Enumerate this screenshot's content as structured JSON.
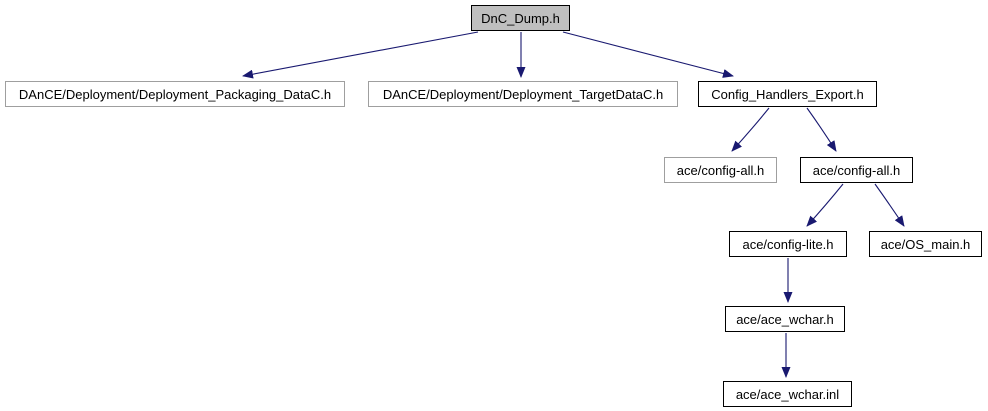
{
  "graph": {
    "type": "include-dependency-graph",
    "root_label": "DnC_Dump.h",
    "colors": {
      "background": "#ffffff",
      "edge": "#191970",
      "root_fill": "#bfbfbf",
      "node_fill": "#ffffff",
      "border_documented": "#000000",
      "border_undocumented": "#9f9f9f",
      "text": "#000000"
    },
    "nodes": [
      {
        "id": "dnc-dump",
        "label": "DnC_Dump.h",
        "kind": "root"
      },
      {
        "id": "deployment-packaging-datac",
        "label": "DAnCE/Deployment/Deployment_Packaging_DataC.h",
        "kind": "undocumented"
      },
      {
        "id": "deployment-targetdatac",
        "label": "DAnCE/Deployment/Deployment_TargetDataC.h",
        "kind": "undocumented"
      },
      {
        "id": "config-handlers-export",
        "label": "Config_Handlers_Export.h",
        "kind": "documented"
      },
      {
        "id": "ace-config-all-1",
        "label": "ace/config-all.h",
        "kind": "undocumented"
      },
      {
        "id": "ace-config-all-2",
        "label": "ace/config-all.h",
        "kind": "documented"
      },
      {
        "id": "ace-config-lite",
        "label": "ace/config-lite.h",
        "kind": "documented"
      },
      {
        "id": "ace-os-main",
        "label": "ace/OS_main.h",
        "kind": "documented"
      },
      {
        "id": "ace-ace-wchar-h",
        "label": "ace/ace_wchar.h",
        "kind": "documented"
      },
      {
        "id": "ace-ace-wchar-inl",
        "label": "ace/ace_wchar.inl",
        "kind": "documented"
      }
    ],
    "edges": [
      {
        "from": "dnc-dump",
        "to": "deployment-packaging-datac"
      },
      {
        "from": "dnc-dump",
        "to": "deployment-targetdatac"
      },
      {
        "from": "dnc-dump",
        "to": "config-handlers-export"
      },
      {
        "from": "config-handlers-export",
        "to": "ace-config-all-1"
      },
      {
        "from": "config-handlers-export",
        "to": "ace-config-all-2"
      },
      {
        "from": "ace-config-all-2",
        "to": "ace-config-lite"
      },
      {
        "from": "ace-config-all-2",
        "to": "ace-os-main"
      },
      {
        "from": "ace-config-lite",
        "to": "ace-ace-wchar-h"
      },
      {
        "from": "ace-ace-wchar-h",
        "to": "ace-ace-wchar-inl"
      }
    ]
  }
}
